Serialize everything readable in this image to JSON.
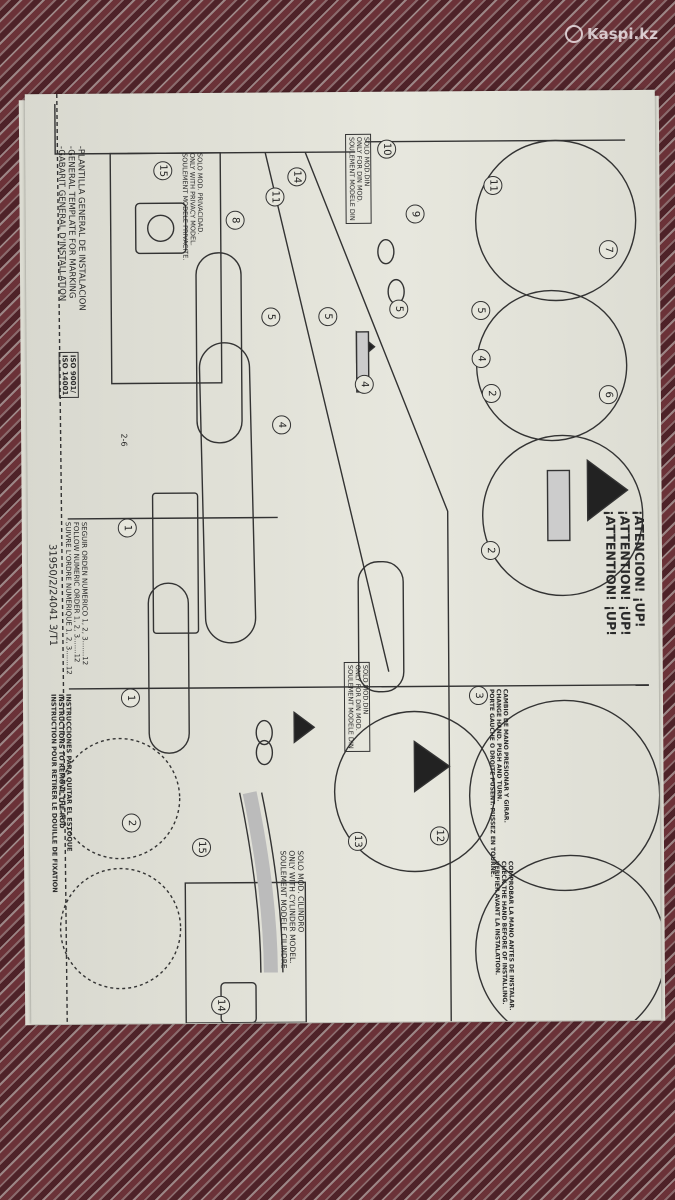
{
  "watermark": "Kaspi.kz",
  "sheet": {
    "attention": [
      "¡ATENCION! ¡UP!",
      "¡ATTENTION! ¡UP!",
      "¡ATTENTION! ¡UP!"
    ],
    "change_hand": [
      "CAMBIO DE MANO PRESIONAR Y GIRAR.",
      "CHANGE HAND. PUSH AND TURN.",
      "PORTE GAUCHE O DROITE PUSENT. PUSSEZ EN TOURNE."
    ],
    "check_hand": [
      "COMPROBAR LA MANO ANTES DE INSTALAR.",
      "CHECK THE HAND BEFORE OF INSTALLING.",
      "VERIFIER AVANT LA INSTALATION."
    ],
    "cylinder_only": [
      "SOLO MOD. CILINDRO",
      "ONLY WITH CYLINDER MODEL.",
      "SOULEMENT MODELE CILINDRE"
    ],
    "din_only_lower": [
      "SOLO MOD.DIN",
      "ONLY FOR DIN MOD.",
      "SOULEMENT MODELE DIN"
    ],
    "din_only_upper": [
      "SOLO MOD.DIN",
      "ONLY FOR DIN MOD.",
      "SOULEMENT MODELE DIN"
    ],
    "privacy_only": [
      "SOLO MOD. PRIVACIDAD.",
      "ONLY WITH PRIVACY MODEL.",
      "SOULEMENT MODELE PRIVACITE."
    ],
    "remove_rod": [
      "INSTRUCCIONES PARA QUITAR EL ESTOQUE",
      "INSTRUCTIONS TO REMOVE THE ROD",
      "INSTRUCTION POUR RETIRER LE DOUILLE DE FIXATION"
    ],
    "follow_order": [
      "SEGUIR ORDEN NUMERICO 1, 2, 3.......12",
      "FOLLOW NUMERIC ORDER 1, 2, 3.......12",
      "SUIVRE L'ORDRE NUMERIQUE 1, 2, 3.......12"
    ],
    "code": "31950/2/24041 3/T1",
    "template": [
      "-PLANTILLA GENERAL DE INSTALACION",
      "-GENERAL TEMPLATE FOR MARKING",
      "-GABARIT GENERAL D'INSTALLATION"
    ],
    "iso": [
      "ISO 9001/",
      "ISO 14001"
    ],
    "step_numbers": [
      "1",
      "2",
      "2",
      "3",
      "4",
      "4",
      "4",
      "5",
      "5",
      "5",
      "5",
      "6",
      "7",
      "8",
      "9",
      "10",
      "11",
      "11",
      "12",
      "13",
      "14",
      "14",
      "15",
      "15",
      "1",
      "2",
      "2-6"
    ]
  }
}
